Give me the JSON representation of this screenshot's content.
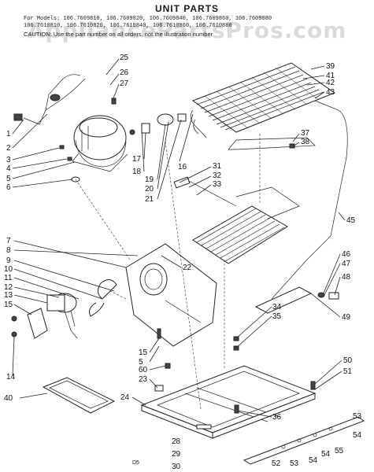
{
  "title": "UNIT PARTS",
  "models_line1": "For Models: 106.7609810, 106.7609820, 106.7609840, 106.7609860, 106.7609880",
  "models_line2": "106.7610810, 106.7610820, 106.7610840, 106.7610860, 106.7610880",
  "caution": "CAUTION: Use the part number on all orders, not the illustration number",
  "watermark": "AppliancePartsPros.com",
  "footer_code": "D5",
  "callouts": [
    {
      "id": "c25",
      "n": "25"
    },
    {
      "id": "c26",
      "n": "26"
    },
    {
      "id": "c27",
      "n": "27"
    },
    {
      "id": "c1",
      "n": "1"
    },
    {
      "id": "c2",
      "n": "2"
    },
    {
      "id": "c3",
      "n": "3"
    },
    {
      "id": "c4",
      "n": "4"
    },
    {
      "id": "c5",
      "n": "5"
    },
    {
      "id": "c6",
      "n": "6"
    },
    {
      "id": "c17",
      "n": "17"
    },
    {
      "id": "c18",
      "n": "18"
    },
    {
      "id": "c19",
      "n": "19"
    },
    {
      "id": "c20",
      "n": "20"
    },
    {
      "id": "c21",
      "n": "21"
    },
    {
      "id": "c16",
      "n": "16"
    },
    {
      "id": "c39",
      "n": "39"
    },
    {
      "id": "c41",
      "n": "41"
    },
    {
      "id": "c42",
      "n": "42"
    },
    {
      "id": "c43",
      "n": "43"
    },
    {
      "id": "c37",
      "n": "37"
    },
    {
      "id": "c38",
      "n": "38"
    },
    {
      "id": "c31",
      "n": "31"
    },
    {
      "id": "c32",
      "n": "32"
    },
    {
      "id": "c33",
      "n": "33"
    },
    {
      "id": "c45",
      "n": "45"
    },
    {
      "id": "c7",
      "n": "7"
    },
    {
      "id": "c8",
      "n": "8"
    },
    {
      "id": "c9",
      "n": "9"
    },
    {
      "id": "c10",
      "n": "10"
    },
    {
      "id": "c11",
      "n": "11"
    },
    {
      "id": "c12",
      "n": "12"
    },
    {
      "id": "c13",
      "n": "13"
    },
    {
      "id": "c15a",
      "n": "15"
    },
    {
      "id": "c22",
      "n": "22"
    },
    {
      "id": "c46",
      "n": "46"
    },
    {
      "id": "c47",
      "n": "47"
    },
    {
      "id": "c48",
      "n": "48"
    },
    {
      "id": "c49",
      "n": "49"
    },
    {
      "id": "c34",
      "n": "34"
    },
    {
      "id": "c35",
      "n": "35"
    },
    {
      "id": "c14",
      "n": "14"
    },
    {
      "id": "c15b",
      "n": "15"
    },
    {
      "id": "c5b",
      "n": "5"
    },
    {
      "id": "c60",
      "n": "60"
    },
    {
      "id": "c23",
      "n": "23"
    },
    {
      "id": "c50",
      "n": "50"
    },
    {
      "id": "c51",
      "n": "51"
    },
    {
      "id": "c40",
      "n": "40"
    },
    {
      "id": "c24",
      "n": "24"
    },
    {
      "id": "c36",
      "n": "36"
    },
    {
      "id": "c28",
      "n": "28"
    },
    {
      "id": "c29",
      "n": "29"
    },
    {
      "id": "c30",
      "n": "30"
    },
    {
      "id": "c53",
      "n": "53"
    },
    {
      "id": "c54",
      "n": "54"
    },
    {
      "id": "c55",
      "n": "55"
    },
    {
      "id": "c52",
      "n": "52"
    },
    {
      "id": "c53b",
      "n": "53"
    },
    {
      "id": "c54b",
      "n": "54"
    },
    {
      "id": "c54c",
      "n": "54"
    }
  ]
}
